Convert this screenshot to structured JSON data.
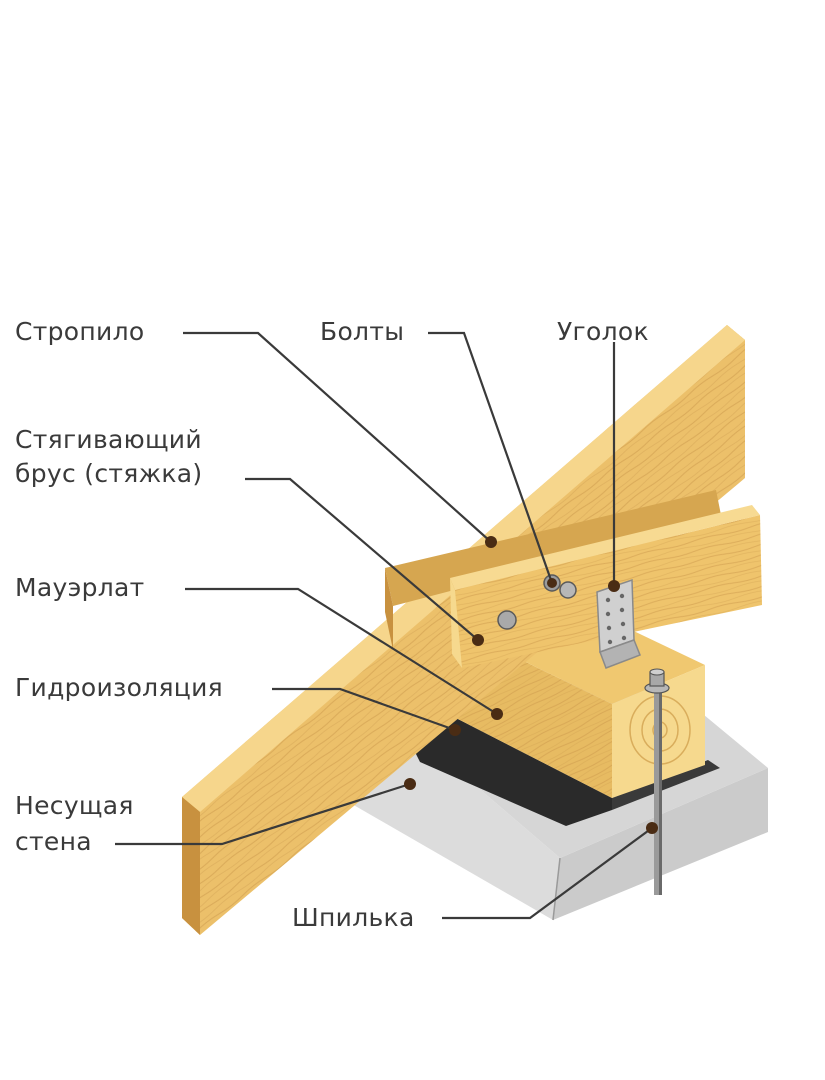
{
  "labels": {
    "rafter": "Стропило",
    "bolts": "Болты",
    "corner": "Уголок",
    "tie_line1": "Стягивающий",
    "tie_line2": "брус (стяжка)",
    "mauerlat": "Мауэрлат",
    "waterproofing": "Гидроизоляция",
    "wall_line1": "Несущая",
    "wall_line2": "стена",
    "stud": "Шпилька"
  },
  "colors": {
    "text": "#3a3a3a",
    "leader": "#3a3a3a",
    "wood_light": "#f3cf7c",
    "wood_mid": "#e0b05a",
    "wood_dark": "#b98632",
    "wood_grain": "#c9964a",
    "end_grain": "#f6d98e",
    "wall_front": "#d9d9d9",
    "wall_side": "#c9c9c9",
    "wall_top": "#2c2c2c",
    "metal": "#c7c7c7"
  }
}
